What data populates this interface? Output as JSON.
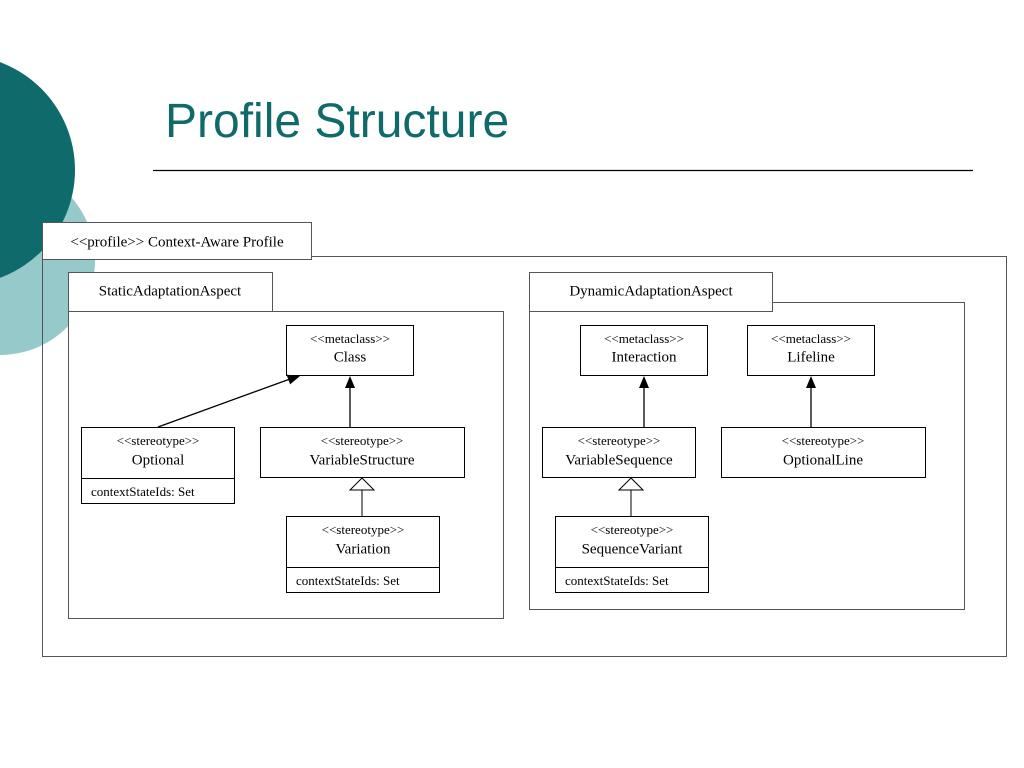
{
  "slide": {
    "title": "Profile Structure"
  },
  "colors": {
    "accent_dark": "#0f6b6b",
    "accent_light": "#96c9c9",
    "title": "#106a6a"
  },
  "profile": {
    "label": "<<profile>> Context-Aware Profile"
  },
  "packages": {
    "static": {
      "name": "StaticAdaptationAspect"
    },
    "dynamic": {
      "name": "DynamicAdaptationAspect"
    }
  },
  "classes": {
    "class": {
      "stereotype": "<<metaclass>>",
      "name": "Class"
    },
    "optional": {
      "stereotype": "<<stereotype>>",
      "name": "Optional",
      "attribute": "contextStateIds: Set"
    },
    "variable_structure": {
      "stereotype": "<<stereotype>>",
      "name": "VariableStructure"
    },
    "variation": {
      "stereotype": "<<stereotype>>",
      "name": "Variation",
      "attribute": "contextStateIds: Set"
    },
    "interaction": {
      "stereotype": "<<metaclass>>",
      "name": "Interaction"
    },
    "lifeline": {
      "stereotype": "<<metaclass>>",
      "name": "Lifeline"
    },
    "variable_sequence": {
      "stereotype": "<<stereotype>>",
      "name": "VariableSequence"
    },
    "optional_line": {
      "stereotype": "<<stereotype>>",
      "name": "OptionalLine"
    },
    "sequence_variant": {
      "stereotype": "<<stereotype>>",
      "name": "SequenceVariant",
      "attribute": "contextStateIds: Set"
    }
  }
}
